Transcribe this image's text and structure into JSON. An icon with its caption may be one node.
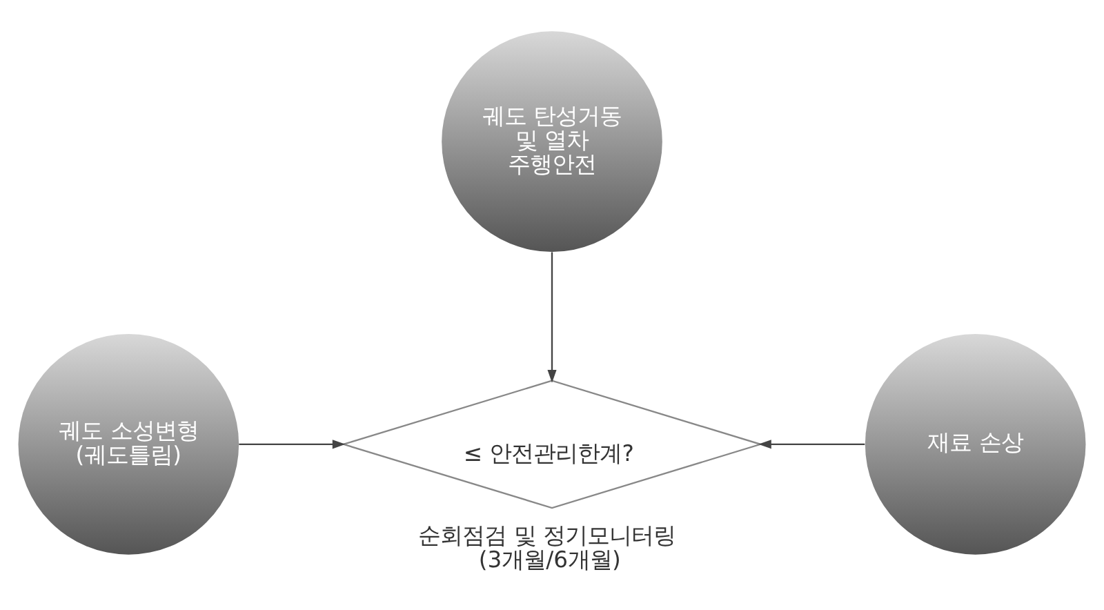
{
  "diagram": {
    "nodes": [
      {
        "text": [
          "궤도 탄성거동 및 열차 주행안전"
        ]
      },
      {
        "text": [
          "궤도 소성변형 (궤도틀림)"
        ]
      },
      {
        "text": [
          "≤ 안전관리한계?"
        ],
        "beside": [
          "순회점검 및 정기모니터링 (3개월/6개월)"
        ]
      },
      {
        "text": [
          "재료 손상"
        ]
      }
    ],
    "edges": [
      {
        "from": 0,
        "to": 2,
        "arrow": "to"
      },
      {
        "from": 1,
        "to": 2,
        "arrow": "to"
      },
      {
        "from": 3,
        "to": 2,
        "arrow": "to"
      }
    ]
  }
}
